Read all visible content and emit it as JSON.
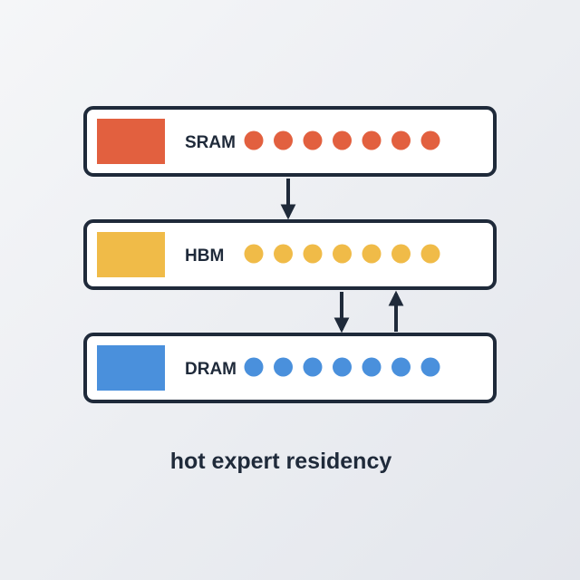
{
  "diagram": {
    "caption": "hot expert residency",
    "tiers": [
      {
        "id": "sram",
        "label": "SRAM",
        "color": "#e2603f",
        "slots": 7
      },
      {
        "id": "hbm",
        "label": "HBM",
        "color": "#f0bb48",
        "slots": 7
      },
      {
        "id": "dram",
        "label": "DRAM",
        "color": "#4a90dc",
        "slots": 7
      }
    ],
    "connections": [
      {
        "from": "sram",
        "to": "hbm",
        "direction": "down"
      },
      {
        "from": "hbm",
        "to": "dram",
        "direction": "down"
      },
      {
        "from": "dram",
        "to": "hbm",
        "direction": "up"
      }
    ],
    "colors": {
      "outline": "#1f2a3a",
      "panel": "#ffffff"
    }
  }
}
